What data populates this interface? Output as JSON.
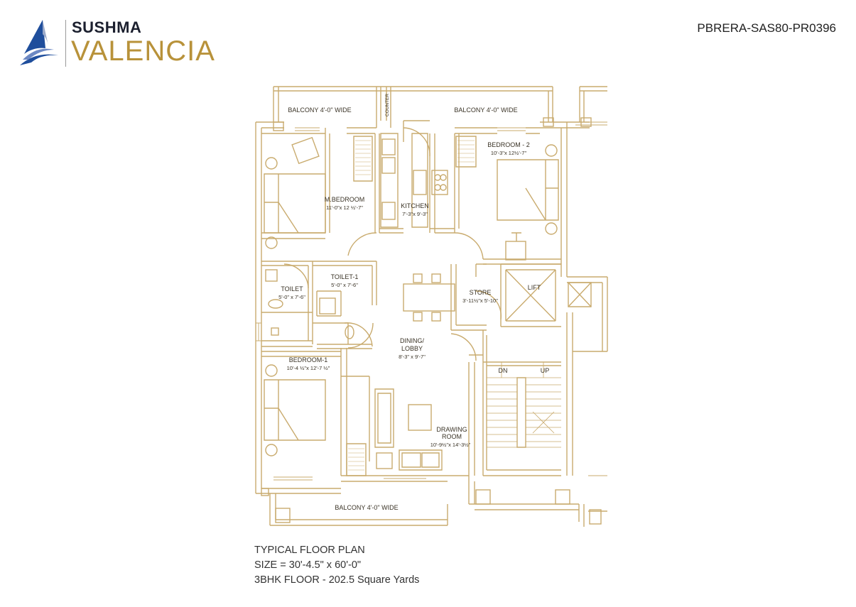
{
  "brand": {
    "name_top": "SUSHMA",
    "name_bottom": "VALENCIA",
    "accent_color": "#b8923a",
    "logo_blue": "#1f4e9c"
  },
  "rera_number": "PBRERA-SAS80-PR0396",
  "plan": {
    "line_color": "#c9ab6e",
    "labels": {
      "balcony_top_left": "BALCONY 4'-0\" WIDE",
      "balcony_top_right": "BALCONY 4'-0\" WIDE",
      "balcony_bottom": "BALCONY 4'-0\" WIDE",
      "counter": "COUNTER",
      "master_bedroom": {
        "name": "M.BEDROOM",
        "size": "11'-0\"x 12 ½'-7\""
      },
      "kitchen": {
        "name": "KITCHEN",
        "size": "7'-3\"x 9'-3\""
      },
      "bedroom_2": {
        "name": "BEDROOM - 2",
        "size": "10'-3\"x 12½'-7\""
      },
      "toilet": {
        "name": "TOILET",
        "size": "5'-0\" x 7'-6\""
      },
      "toilet_1": {
        "name": "TOILET-1",
        "size": "5'-0\" x 7'-6\""
      },
      "store": {
        "name": "STORE",
        "size": "3'-11½\"x 5'-10\""
      },
      "lift": "LIFT",
      "dining": {
        "name_1": "DINING/",
        "name_2": "LOBBY",
        "size": "8'-3\" x 9'-7\""
      },
      "bedroom_1": {
        "name": "BEDROOM-1",
        "size": "10'-4 ½\"x 12'-7 ½\""
      },
      "drawing_room": {
        "name_1": "DRAWING",
        "name_2": "ROOM",
        "size": "10'-9½\"x 14'-3½\""
      },
      "stair_dn": "DN",
      "stair_up": "UP"
    }
  },
  "caption": {
    "line1": "TYPICAL FLOOR PLAN",
    "line2": "SIZE = 30'-4.5\" x 60'-0\"",
    "line3": "3BHK FLOOR - 202.5 Square Yards"
  }
}
